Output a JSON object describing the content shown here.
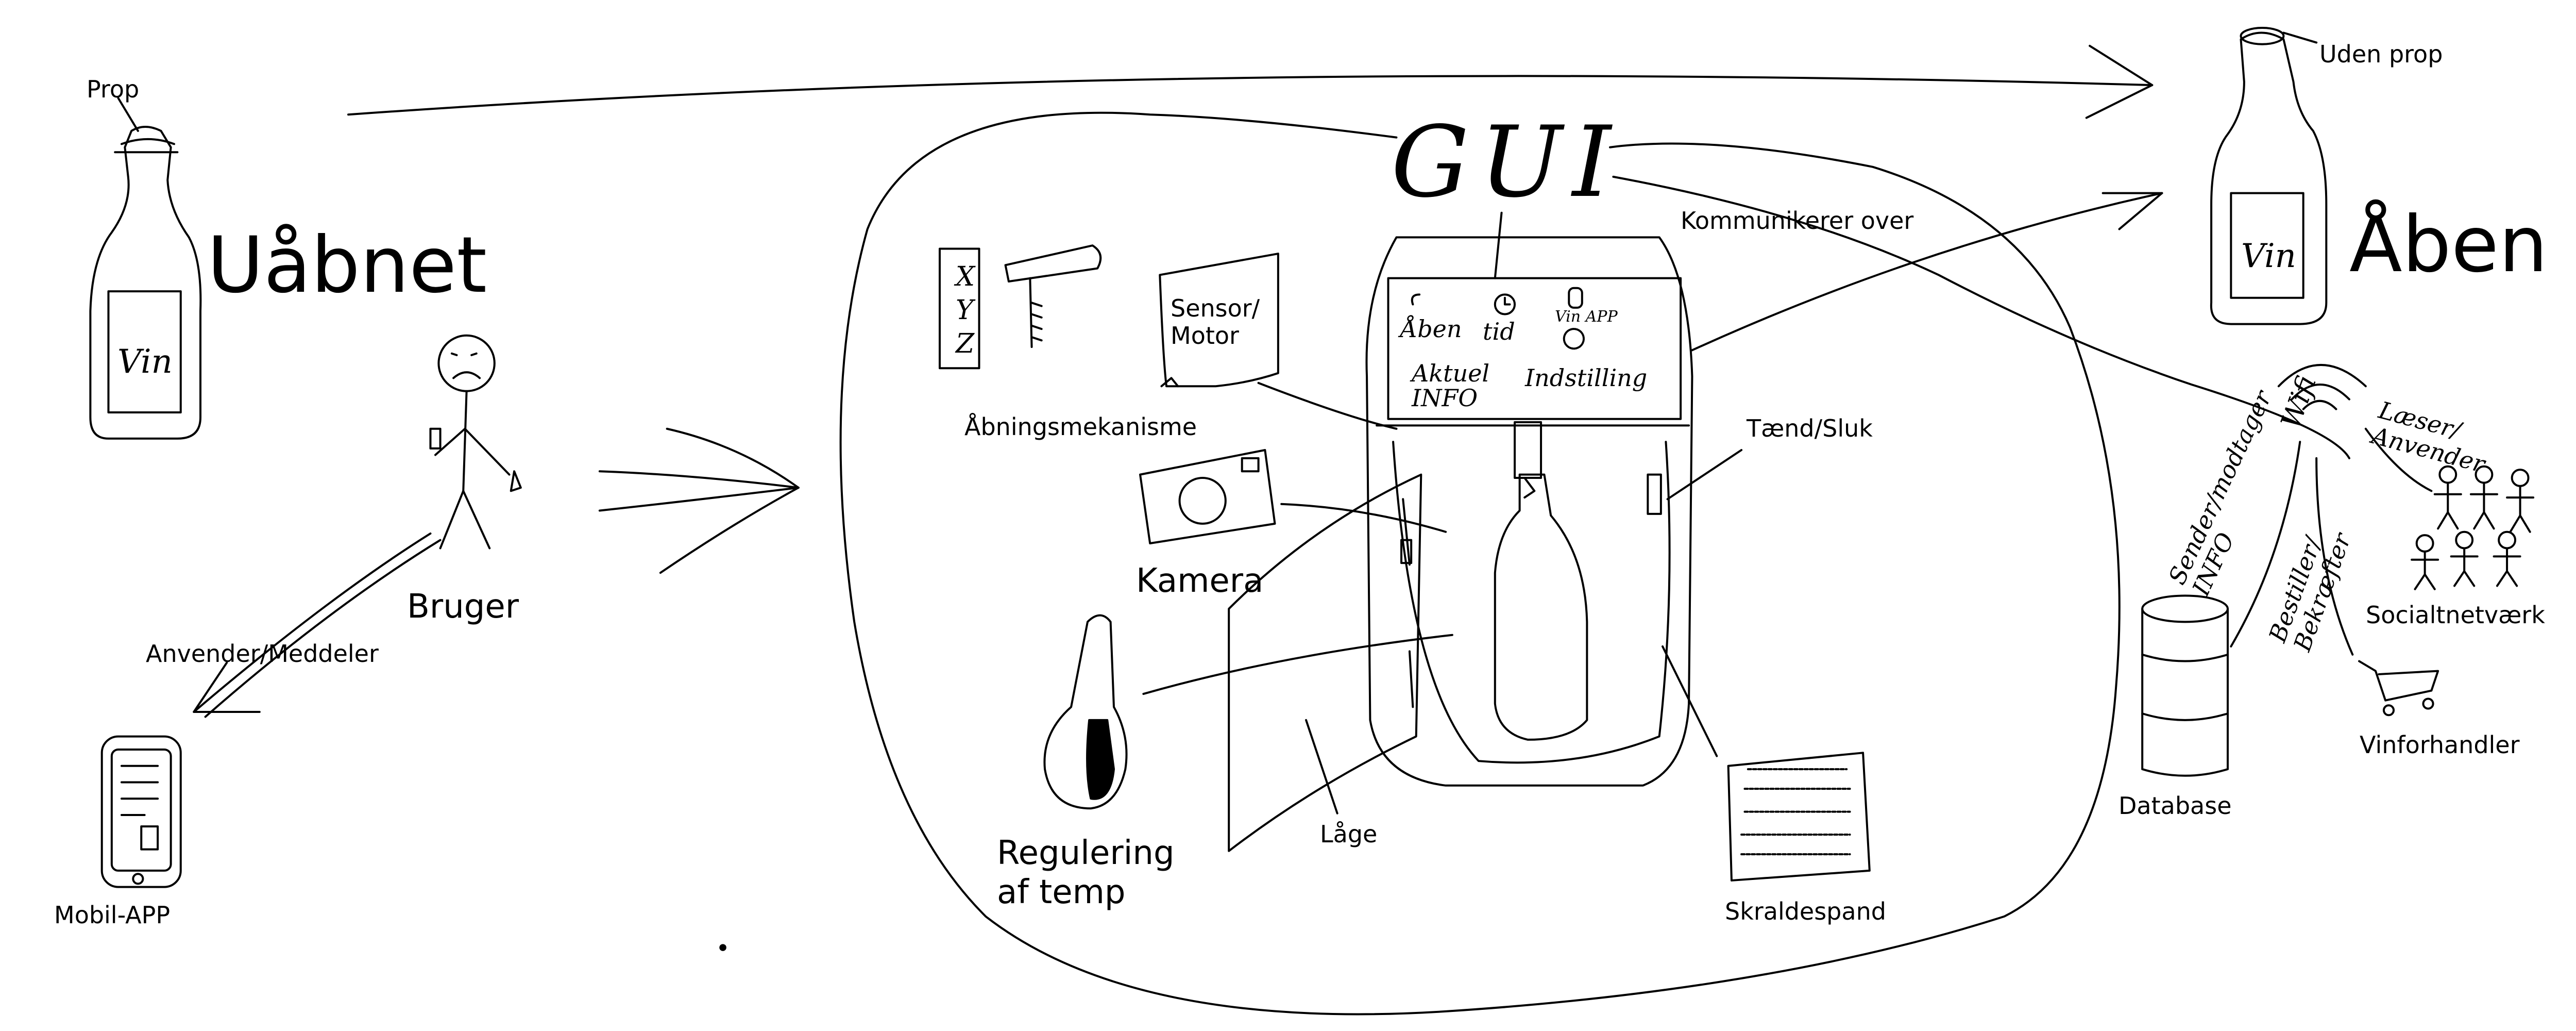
{
  "left": {
    "state_title": "Uåbnet",
    "cork_label": "Prop",
    "bottle_label": "Vin",
    "user_label": "Bruger",
    "uses_label": "Anvender/Meddeler",
    "app_label": "Mobil-APP"
  },
  "machine": {
    "gui_title": "GUI",
    "comm_label": "Kommunikerer over",
    "screen": {
      "open": "Åben",
      "time": "tid",
      "vin_app": "Vin APP",
      "current_info": "Aktuel INFO",
      "settings": "Indstilling"
    },
    "sensor_label": "Sensor/ Motor",
    "opener_label": "Åbningsmekanisme",
    "xyz_label": "XYZ",
    "camera_label": "Kamera",
    "temp_label": "Regulering af temp",
    "door_label": "Låge",
    "power_label": "Tænd/Sluk",
    "bin_label": "Skraldespand"
  },
  "right": {
    "state_title": "Åben",
    "no_cork_label": "Uden prop",
    "bottle_label": "Vin",
    "wifi_label": "Wifi",
    "database_label": "Database",
    "send_receive_label": "Sender/modtager INFO",
    "order_confirm_label": "Bestiller/ Bekræfter",
    "reads_uses_label": "Læser/ Anvender",
    "social_label": "Socialtnetværk",
    "retailer_label": "Vinforhandler"
  }
}
